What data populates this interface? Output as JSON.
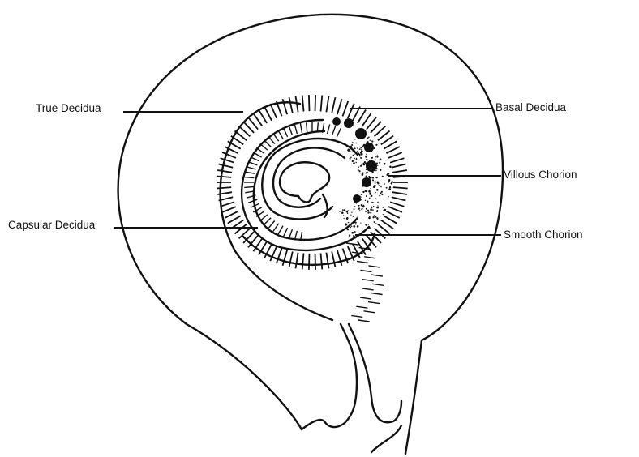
{
  "labels": {
    "true_decidua": "True Decidua",
    "basal_decidua": "Basal Decidua",
    "villous_chorion": "Villous Chorion",
    "capsular_decidua": "Capsular Decidua",
    "smooth_chorion": "Smooth Chorion"
  },
  "colors": {
    "ink": "#111111",
    "background": "#ffffff"
  }
}
